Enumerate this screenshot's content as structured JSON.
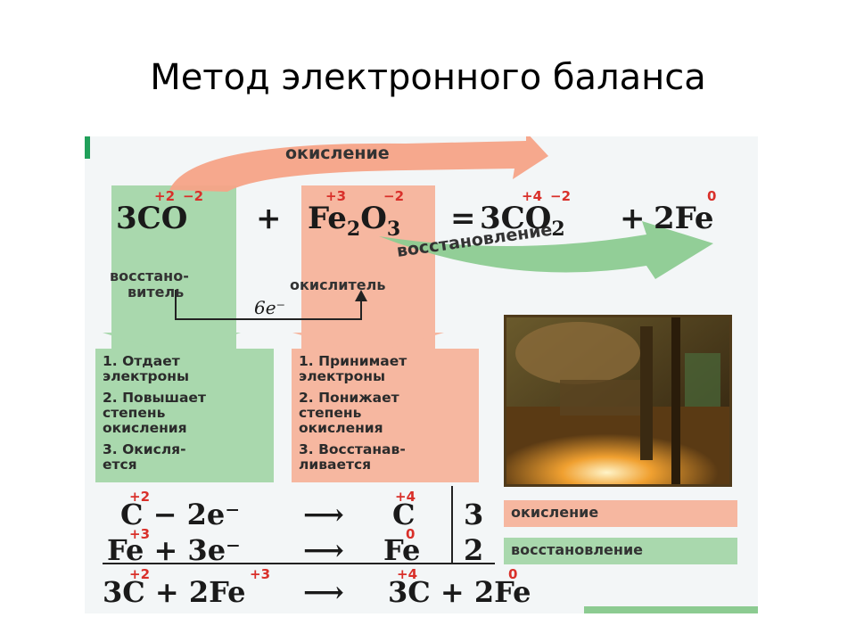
{
  "title": "Метод электронного баланса",
  "arrows": {
    "top": "окисление",
    "bottom": "восстановление"
  },
  "equation": {
    "co": "3CO",
    "plus1": "+",
    "fe2o3_fe": "Fe",
    "fe2o3_2": "2",
    "fe2o3_o": "O",
    "fe2o3_3": "3",
    "eq": "=",
    "co2": "3CO",
    "co2_sub": "2",
    "plus2": "+",
    "fe": "2Fe",
    "ox_c1": "+2",
    "ox_o1": "−2",
    "ox_fe": "+3",
    "ox_o2": "−2",
    "ox_c2": "+4",
    "ox_o3": "−2",
    "ox_fe2": "0"
  },
  "roles": {
    "reducer_line1": "восстано-",
    "reducer_line2": "витель",
    "oxidizer": "окислитель",
    "electrons": "6e⁻"
  },
  "reducer_box": {
    "p1a": "1. Отдает",
    "p1b": "электроны",
    "p2a": "2. Повышает",
    "p2b": "степень",
    "p2c": "окисления",
    "p3a": "3. Окисля-",
    "p3b": "ется"
  },
  "oxidizer_box": {
    "p1a": "1. Принимает",
    "p1b": "электроны",
    "p2a": "2. Понижает",
    "p2b": "степень",
    "p2c": "окисления",
    "p3a": "3. Восстанав-",
    "p3b": "ливается"
  },
  "half": {
    "r1_left": "C − 2e⁻",
    "r1_ox_left": "+2",
    "r1_arrow": "⟶",
    "r1_right": "C",
    "r1_ox_right": "+4",
    "r1_coef": "3",
    "r2_left": "Fe + 3e⁻",
    "r2_ox_left": "+3",
    "r2_arrow": "⟶",
    "r2_right": "Fe",
    "r2_ox_right": "0",
    "r2_coef": "2",
    "sum_left": "3C + 2Fe",
    "sum_ox_c": "+2",
    "sum_ox_fe": "+3",
    "sum_arrow": "⟶",
    "sum_right": "3C + 2Fe",
    "sum_ox_c2": "+4",
    "sum_ox_fe2": "0"
  },
  "tags": {
    "oxidation": "окисление",
    "reduction": "восстановление"
  },
  "colors": {
    "green": "#a9d8ad",
    "salmon": "#f6b7a0",
    "red": "#d9302a"
  }
}
